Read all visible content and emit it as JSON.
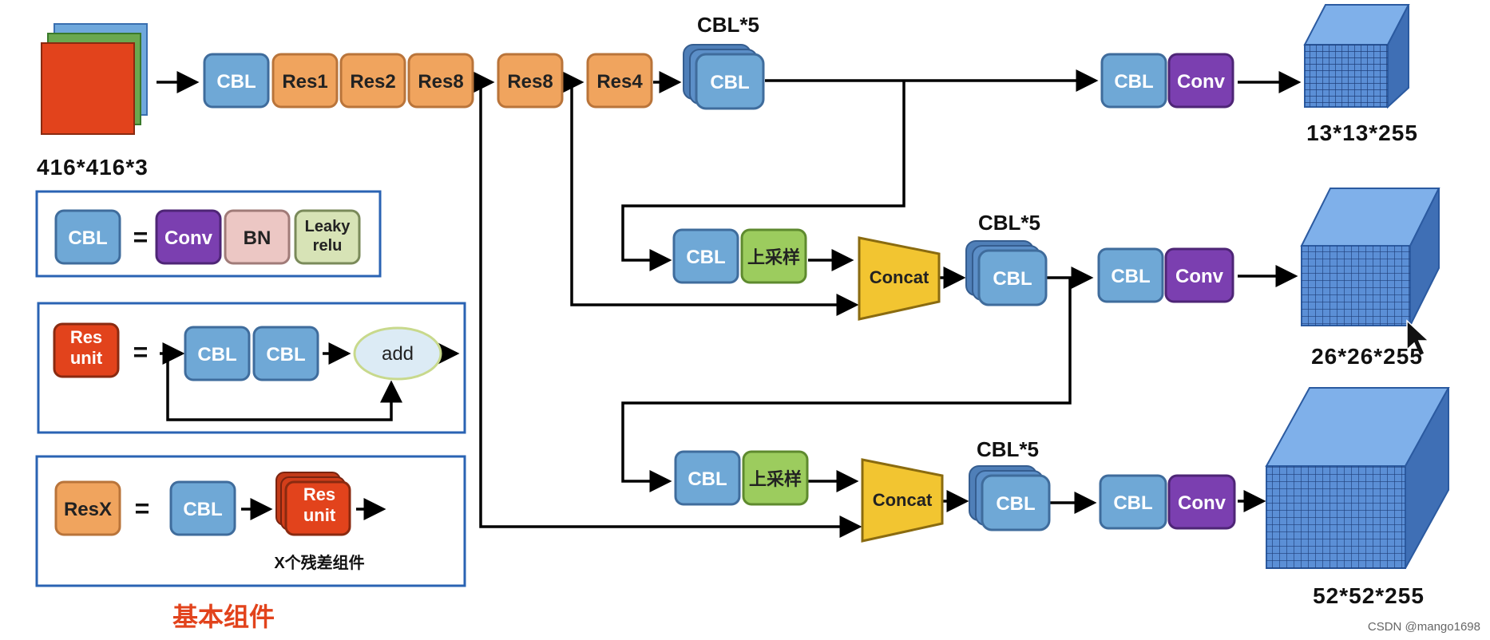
{
  "colors": {
    "cbl": "#6fa8d6",
    "cbl_border": "#3f6c9c",
    "res": "#f0a45e",
    "res_border": "#b9743a",
    "conv": "#7b3fb0",
    "bn": "#ecc7c4",
    "leaky": "#d7e3b6",
    "upsample": "#9ccc5e",
    "concat": "#f2c531",
    "resunit": "#e2431c",
    "add_fill": "#dcebf5",
    "add_border": "#c8d98c",
    "legend_border": "#2a63b3",
    "title_red": "#e2431c",
    "arrow": "#000000",
    "input_red": "#e2431c",
    "input_green": "#6aa84f",
    "input_blue": "#6fa8dc",
    "cube_front": "#5b8fd6",
    "cube_top": "#7fb0ea",
    "cube_side": "#3f6fb5",
    "grid": "#1f3f7a"
  },
  "input": {
    "size_label": "416*416*3"
  },
  "backbone": {
    "cbl": "CBL",
    "res1": "Res1",
    "res2": "Res2",
    "res8a": "Res8",
    "res8b": "Res8",
    "res4": "Res4"
  },
  "branch1": {
    "stack_title": "CBL*5",
    "stack_label": "CBL",
    "cbl": "CBL",
    "conv": "Conv",
    "output": "13*13*255"
  },
  "branch2": {
    "cbl": "CBL",
    "upsample": "上采样",
    "concat": "Concat",
    "stack_title": "CBL*5",
    "stack_label": "CBL",
    "cbl_out": "CBL",
    "conv": "Conv",
    "output": "26*26*255"
  },
  "branch3": {
    "cbl": "CBL",
    "upsample": "上采样",
    "concat": "Concat",
    "stack_title": "CBL*5",
    "stack_label": "CBL",
    "cbl_out": "CBL",
    "conv": "Conv",
    "output": "52*52*255"
  },
  "legend": {
    "cbl_def": {
      "lhs": "CBL",
      "eq": "=",
      "conv": "Conv",
      "bn": "BN",
      "leaky_line1": "Leaky",
      "leaky_line2": "relu"
    },
    "resunit_def": {
      "lhs_line1": "Res",
      "lhs_line2": "unit",
      "eq": "=",
      "cbl1": "CBL",
      "cbl2": "CBL",
      "add": "add"
    },
    "resx_def": {
      "lhs": "ResX",
      "eq": "=",
      "cbl": "CBL",
      "unit_line1": "Res",
      "unit_line2": "unit",
      "caption": "X个残差组件"
    },
    "title": "基本组件"
  },
  "watermark": "CSDN @mango1698"
}
